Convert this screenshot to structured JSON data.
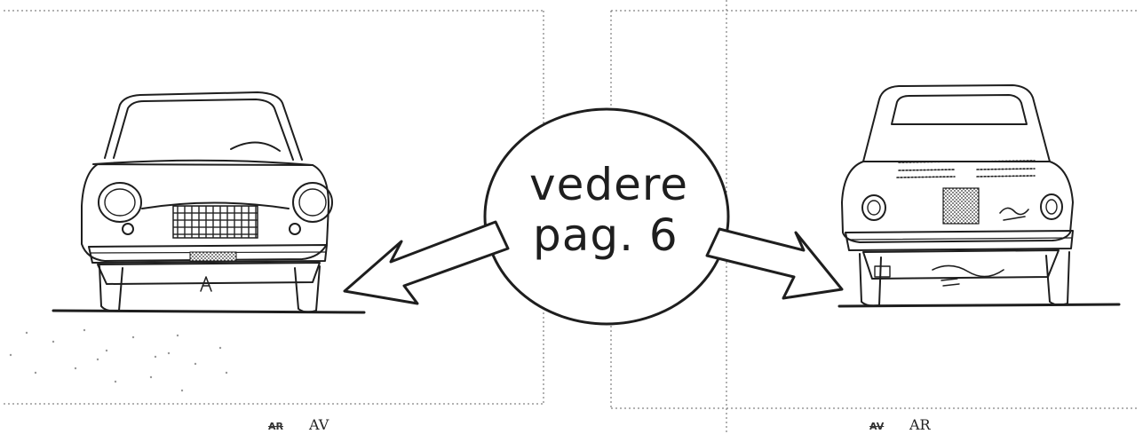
{
  "callout": {
    "line1": "vedere",
    "line2": "pag. 6"
  },
  "front_view": {
    "caption_struck": "AR",
    "caption": "AV"
  },
  "rear_view": {
    "caption_struck": "AV",
    "caption": "AR"
  },
  "colors": {
    "ink": "#1e1e1e",
    "paper": "#ffffff",
    "hatch": "#555555"
  }
}
